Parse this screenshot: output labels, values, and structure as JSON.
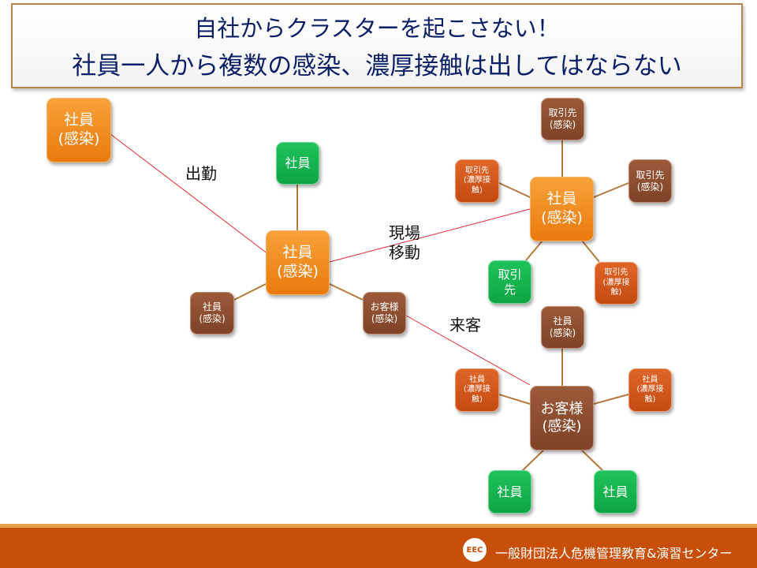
{
  "title": {
    "line1": "自社からクラスターを起こさない！",
    "line2": "社員一人から複数の感染、濃厚接触は出してはならない"
  },
  "labels": {
    "commute": "出勤",
    "site_move_1": "現場",
    "site_move_2": "移動",
    "visit": "来客"
  },
  "nodes": {
    "employee_origin": {
      "l1": "社員",
      "l2": "(感染)"
    },
    "employee_green_top": {
      "l1": "社員"
    },
    "employee_center": {
      "l1": "社員",
      "l2": "(感染)"
    },
    "employee_left": {
      "l1": "社員",
      "l2": "(感染)"
    },
    "customer_small": {
      "l1": "お客様",
      "l2": "(感染)"
    },
    "partner_top": {
      "l1": "取引先",
      "l2": "(感染)"
    },
    "partner_left": {
      "l1": "取引先",
      "l2": "(濃厚接",
      "l3": "触)"
    },
    "partner_right": {
      "l1": "取引先",
      "l2": "(感染)"
    },
    "employee_site": {
      "l1": "社員",
      "l2": "(感染)"
    },
    "partner_green": {
      "l1": "取引",
      "l2": "先"
    },
    "partner_lower_right": {
      "l1": "取引先",
      "l2": "(濃厚接",
      "l3": "触)"
    },
    "employee_top_cluster": {
      "l1": "社員",
      "l2": "(感染)"
    },
    "employee_left_cluster": {
      "l1": "社員",
      "l2": "(濃厚接",
      "l3": "触)"
    },
    "employee_right_cluster": {
      "l1": "社員",
      "l2": "(濃厚接",
      "l3": "触)"
    },
    "customer_large": {
      "l1": "お客様",
      "l2": "(感染)"
    },
    "employee_green_bl": {
      "l1": "社員"
    },
    "employee_green_br": {
      "l1": "社員"
    }
  },
  "footer": {
    "logo_text": "EEC",
    "org_name": "一般財団法人危機管理教育&演習センター"
  },
  "colors": {
    "title_text": "#0b1f66",
    "infected_orange": "#ea7a0c",
    "healthy_green": "#0ea544",
    "brown": "#7f4227",
    "close_contact": "#c44a12",
    "footer": "#c84f0a"
  }
}
